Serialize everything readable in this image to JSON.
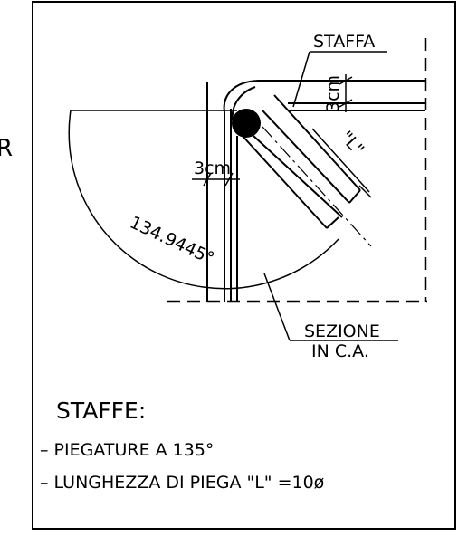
{
  "labels": {
    "staffa": "STAFFA",
    "cover_vertical": "3cm",
    "cover_horizontal": "3cm",
    "hook_length": "\"L\"",
    "angle": "134.9445°",
    "section_line1": "SEZIONE",
    "section_line2": "IN C.A.",
    "edge_letter": "R"
  },
  "notes": {
    "heading": "STAFFE:",
    "items": [
      "– PIEGATURE A 135°",
      "– LUNGHEZZA DI PIEGA \"L\" =10ø"
    ]
  },
  "colors": {
    "ink": "#000000",
    "background": "#ffffff"
  }
}
